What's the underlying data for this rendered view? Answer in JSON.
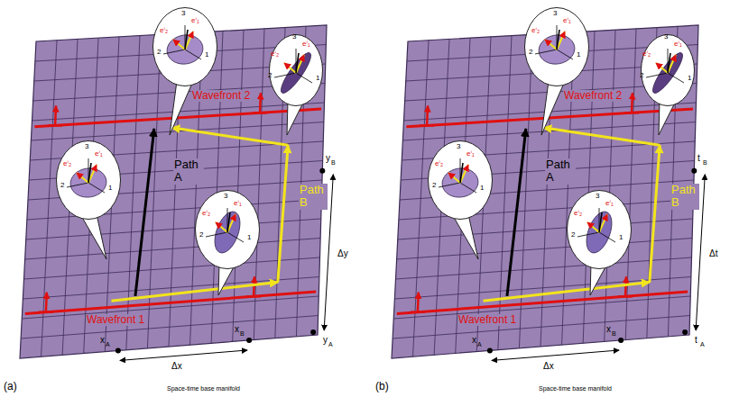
{
  "diagram": {
    "nodes": [
      {
        "text": [
          "3",
          "eⁱ₁",
          "eⁱ₂",
          "2",
          "1"
        ]
      },
      {
        "text": [
          "3",
          "eⁱ₁",
          "eⁱ₂",
          "2",
          "1"
        ]
      },
      {
        "text": [
          "3",
          "eⁱ₁",
          "eⁱ₂",
          "2",
          "1"
        ]
      },
      {
        "text": [
          "3",
          "eⁱ₁",
          "eⁱ₂",
          "2",
          "1"
        ]
      },
      {
        "text": [
          "3",
          "eⁱ₁",
          "eⁱ₂",
          "2",
          "1"
        ]
      },
      {
        "text": [
          "3",
          "eⁱ₁",
          "eⁱ₂",
          "2",
          "1"
        ]
      },
      {
        "text": [
          "3",
          "eⁱ₁",
          "eⁱ₂",
          "2",
          "1"
        ]
      },
      {
        "text": [
          "3",
          "eⁱ₁",
          "eⁱ₂",
          "2",
          "1"
        ]
      }
    ],
    "labels": [
      "Wavefront 2",
      "Path A",
      "Path B",
      "y",
      "B",
      "Δy",
      "y",
      "A",
      "Wavefront 1",
      "x",
      "A",
      "x",
      "B",
      "Δx",
      "(a)",
      "Space-time base manifold",
      "Wavefront 2",
      "Path A",
      "Path B",
      "t",
      "B",
      "Δt",
      "t",
      "A",
      "Wavefront 1",
      "x",
      "A",
      "x",
      "B",
      "Δx",
      "(b)",
      "Space-time base manifold"
    ]
  }
}
